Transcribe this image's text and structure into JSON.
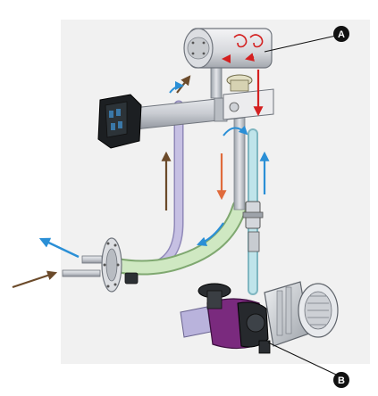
{
  "callouts": [
    {
      "id": "A",
      "label": "A"
    },
    {
      "id": "B",
      "label": "B"
    }
  ],
  "colors": {
    "background": "#ffffff",
    "panel": "#f1f1f1",
    "pipe_steel": "#c9ccd2",
    "pipe_steel_dark": "#8f949c",
    "pipe_lavender": "#c6c0e3",
    "pipe_green": "#cfe8c2",
    "pipe_cyan": "#bfe4ea",
    "pump_purple": "#7a2a7e",
    "arrow_red": "#d42020",
    "arrow_orange": "#e06b3c",
    "arrow_brown": "#6b4a2a",
    "arrow_blue": "#2a8fd6",
    "callout_dot": "#111111"
  },
  "icons": {
    "heater_box": "dark-enclosure-icon",
    "cylinder": "cyclone-separator-icon",
    "blower": "blower-motor-icon",
    "pump": "pump-icon",
    "flange": "flange-icon"
  }
}
